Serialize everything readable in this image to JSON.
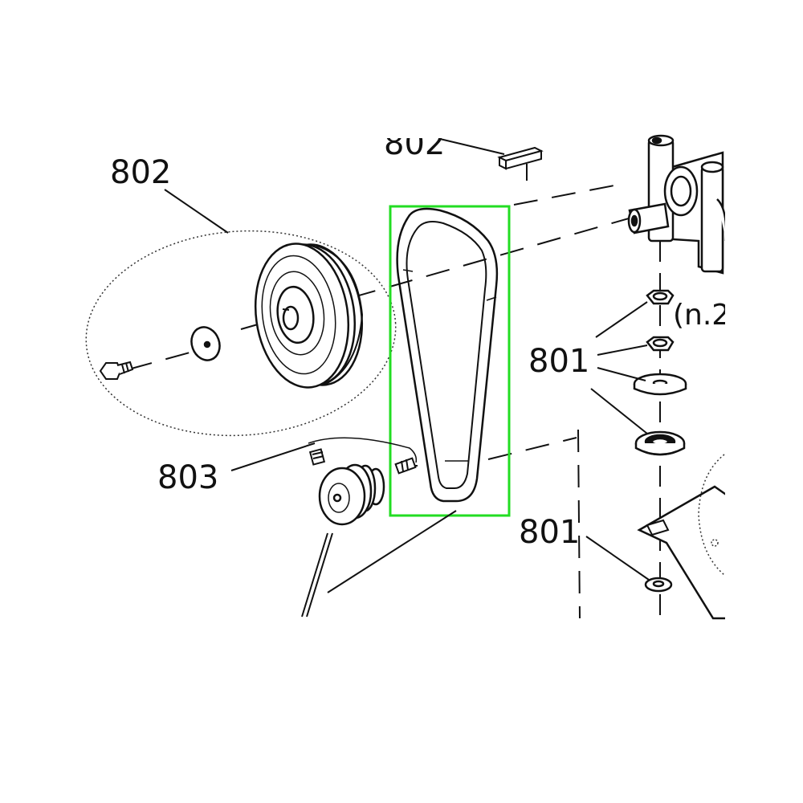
{
  "labels": {
    "top_partial": "802",
    "pulley_label": "802",
    "key_label_partial": "(n.2",
    "washer_label": "801",
    "motor_pulley_label": "803",
    "bottom_washer_label": "801"
  },
  "highlight": {
    "color": "#22dd22",
    "target": "drive belt"
  },
  "colors": {
    "line": "#111111",
    "background": "#ffffff"
  }
}
